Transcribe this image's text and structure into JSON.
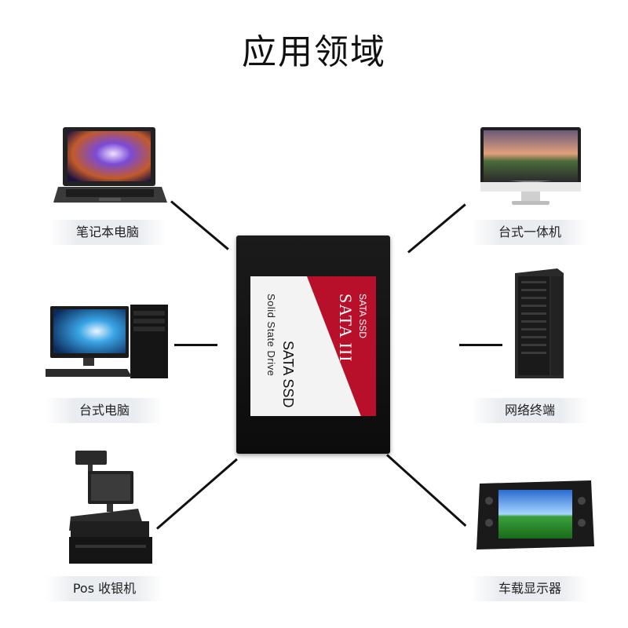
{
  "title": "应用领域",
  "ssd": {
    "small_label": "SATA SSD",
    "big_label": "SATA III",
    "model": "SATA SSD",
    "sub": "Solid State Drive"
  },
  "labels": {
    "laptop": "笔记本电脑",
    "desktop_aio": "台式一体机",
    "desktop": "台式电脑",
    "server": "网络终端",
    "pos": "Pos 收银机",
    "car": "车载显示器"
  },
  "colors": {
    "ssd_red": "#b8102a",
    "label_bg": "#e9ecf0"
  }
}
